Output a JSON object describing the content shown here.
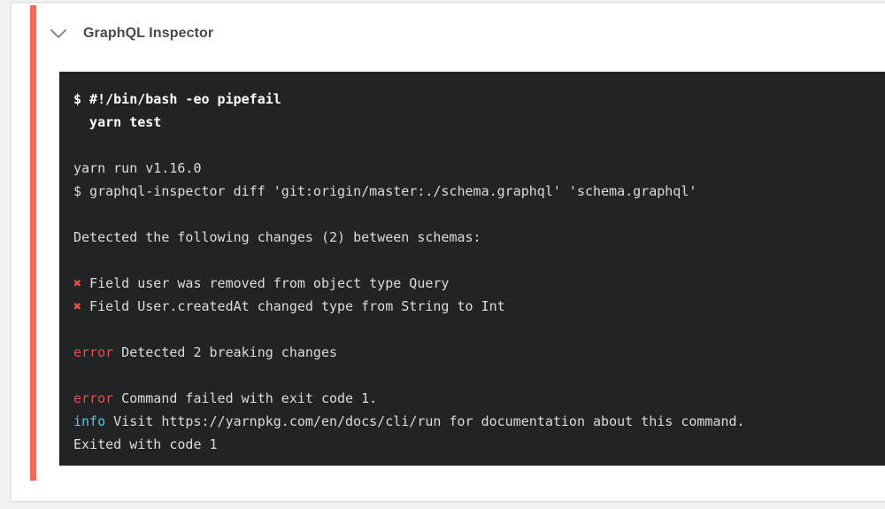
{
  "header": {
    "title": "GraphQL Inspector",
    "toggle_icon": "chevron-down-icon"
  },
  "colors": {
    "status_accent": "#f2685f",
    "terminal_bg": "#222324",
    "terminal_fg": "#dcdcdc",
    "error": "#e2514c",
    "info": "#56c8dc",
    "card_bg": "#ffffff",
    "page_bg": "#f1f1f1"
  },
  "console": {
    "lines": [
      {
        "type": "command",
        "text": "$ #!/bin/bash -eo pipefail"
      },
      {
        "type": "command",
        "text": "  yarn test"
      },
      {
        "type": "blank",
        "text": ""
      },
      {
        "type": "plain",
        "text": "yarn run v1.16.0"
      },
      {
        "type": "plain",
        "text": "$ graphql-inspector diff 'git:origin/master:./schema.graphql' 'schema.graphql'"
      },
      {
        "type": "blank",
        "text": ""
      },
      {
        "type": "plain",
        "text": "Detected the following changes (2) between schemas:"
      },
      {
        "type": "blank",
        "text": ""
      },
      {
        "type": "cross",
        "marker": "✖",
        "text": " Field user was removed from object type Query"
      },
      {
        "type": "cross",
        "marker": "✖",
        "text": " Field User.createdAt changed type from String to Int"
      },
      {
        "type": "blank",
        "text": ""
      },
      {
        "type": "keyword",
        "keyword": "error",
        "keyword_color": "error",
        "text": " Detected 2 breaking changes"
      },
      {
        "type": "blank",
        "text": ""
      },
      {
        "type": "keyword",
        "keyword": "error",
        "keyword_color": "error",
        "text": " Command failed with exit code 1."
      },
      {
        "type": "keyword",
        "keyword": "info",
        "keyword_color": "info",
        "text": " Visit https://yarnpkg.com/en/docs/cli/run for documentation about this command."
      },
      {
        "type": "plain",
        "text": "Exited with code 1"
      }
    ]
  }
}
